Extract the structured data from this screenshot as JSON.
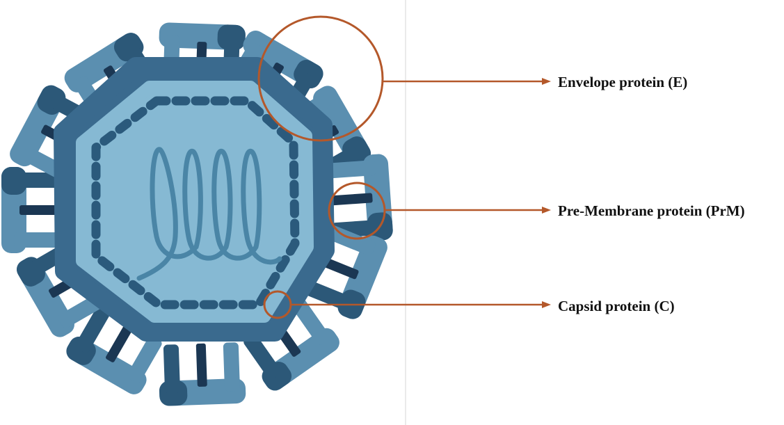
{
  "labels": {
    "envelope": "Envelope protein (E)",
    "prm": "Pre-Membrane protein (PrM)",
    "capsid": "Capsid protein (C)"
  },
  "colors": {
    "spike_light": "#5b8fb0",
    "spike_dark": "#2c5878",
    "spike_bar": "#1b3753",
    "membrane": "#3a6a8e",
    "core": "#86b9d3",
    "dashes": "#2b5a7c",
    "rna": "#4a85a6",
    "callout": "#b4582a",
    "divider": "#d4d4d4"
  }
}
